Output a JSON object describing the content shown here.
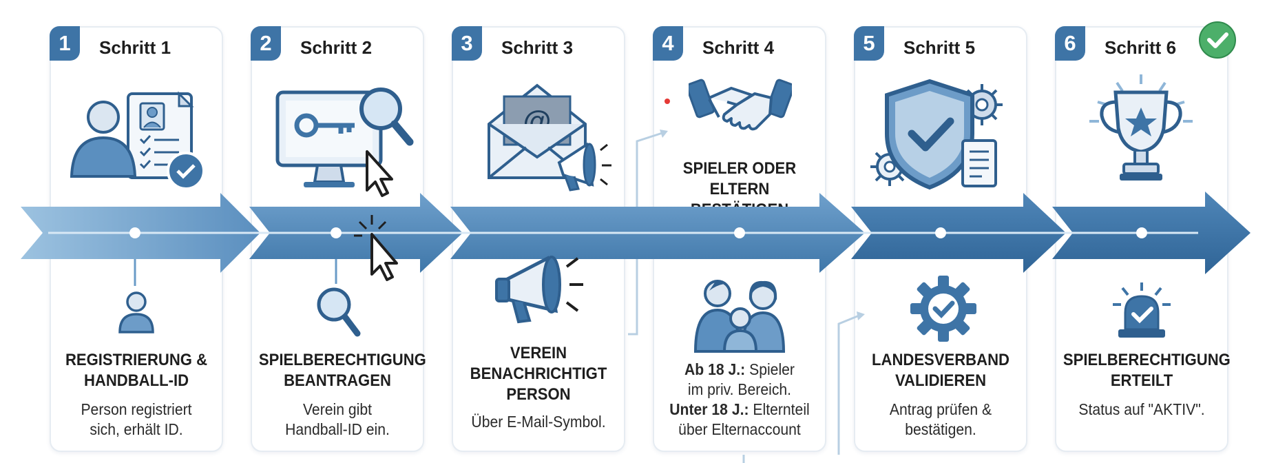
{
  "steps": [
    {
      "num": "1",
      "title": "Schritt 1",
      "headline": [
        "REGISTRIERUNG &",
        "HANDBALL-ID"
      ],
      "desc": [
        "Person registriert",
        "sich, erhält ID."
      ]
    },
    {
      "num": "2",
      "title": "Schritt 2",
      "headline": [
        "SPIELBERECHTIGUNG",
        "BEANTRAGEN"
      ],
      "desc": [
        "Verein gibt",
        "Handball-ID ein."
      ]
    },
    {
      "num": "3",
      "title": "Schritt 3",
      "headline": [
        "VEREIN",
        "BENACHRICHTIGT",
        "PERSON"
      ],
      "desc": [
        "Über E-Mail-Symbol."
      ]
    },
    {
      "num": "4",
      "title": "Schritt 4",
      "headline": [
        "SPIELER ODER",
        "ELTERN BESTÄTIGEN"
      ],
      "desc_rich": [
        {
          "bold": "Ab 18 J.:",
          "text": " Spieler"
        },
        {
          "bold": "",
          "text": "im priv. Bereich."
        },
        {
          "bold": "Unter 18 J.:",
          "text": " Elternteil"
        },
        {
          "bold": "",
          "text": "über Elternaccount"
        }
      ]
    },
    {
      "num": "5",
      "title": "Schritt 5",
      "headline": [
        "LANDESVERBAND",
        "VALIDIEREN"
      ],
      "desc": [
        "Antrag prüfen &",
        "bestätigen."
      ]
    },
    {
      "num": "6",
      "title": "Schritt 6",
      "headline": [
        "SPIELBERECHTIGUNG",
        "ERTEILT"
      ],
      "desc": [
        "Status auf \"AKTIV\"."
      ]
    }
  ],
  "icons": {
    "step1_top": "user-document-check-icon",
    "step1_bottom": "user-icon",
    "step2_top": "monitor-key-search-icon",
    "step2_bottom": "magnifier-icon",
    "step3_top": "email-megaphone-icon",
    "step3_bottom": "megaphone-icon",
    "step4_top": "handshake-icon",
    "step4_bottom": "family-icon",
    "step5_top": "shield-check-gears-icon",
    "step5_bottom": "gear-check-icon",
    "step6_top": "trophy-icon",
    "step6_bottom": "siren-check-icon",
    "completion": "check-circle-icon"
  },
  "colors": {
    "primary": "#3e74a6",
    "dark": "#2c5d8c",
    "light": "#8fb6d8",
    "check": "#4caf6a"
  }
}
